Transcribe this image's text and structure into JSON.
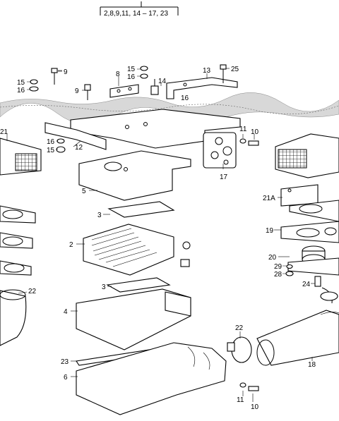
{
  "header_note": "2,8,9,11, 14 – 17, 23",
  "callouts": {
    "c2": "2",
    "c3a": "3",
    "c3b": "3",
    "c4": "4",
    "c5": "5",
    "c6": "6",
    "c8": "8",
    "c9a": "9",
    "c9b": "9",
    "c10a": "10",
    "c10b": "10",
    "c11a": "11",
    "c11b": "11",
    "c12": "12",
    "c13": "13",
    "c14": "14",
    "c15a": "15",
    "c15b": "15",
    "c15c": "15",
    "c16a": "16",
    "c16b": "16",
    "c16c": "16",
    "c16d": "16",
    "c17": "17",
    "c18": "18",
    "c19": "19",
    "c20": "20",
    "c21": "21",
    "c21a": "21A",
    "c22a": "22",
    "c22b": "22",
    "c23": "23",
    "c24": "24",
    "c25": "25",
    "c28": "28",
    "c29": "29"
  }
}
